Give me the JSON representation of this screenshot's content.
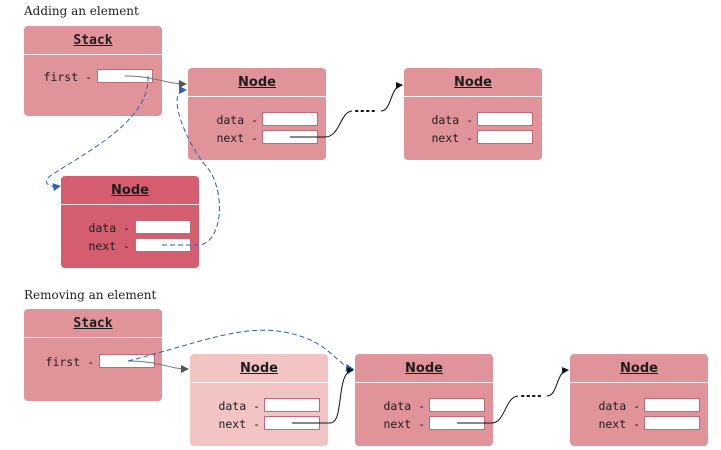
{
  "colors": {
    "box": "#e0949a",
    "box_new": "#d45e6f",
    "box_removed": "#f2c5c4",
    "arrow_gray": "#777777",
    "arrow_blue": "#2a63b8"
  },
  "adding": {
    "title": "Adding an element",
    "stack": {
      "title": "Stack",
      "field": "first -"
    },
    "node1": {
      "title": "Node",
      "data": "data -",
      "next": "next -"
    },
    "node2": {
      "title": "Node",
      "data": "data -",
      "next": "next -"
    },
    "new_node": {
      "title": "Node",
      "data": "data -",
      "next": "next -"
    }
  },
  "removing": {
    "title": "Removing an element",
    "stack": {
      "title": "Stack",
      "field": "first -"
    },
    "removed_node": {
      "title": "Node",
      "data": "data -",
      "next": "next -"
    },
    "node1": {
      "title": "Node",
      "data": "data -",
      "next": "next -"
    },
    "node2": {
      "title": "Node",
      "data": "data -",
      "next": "next -"
    }
  }
}
